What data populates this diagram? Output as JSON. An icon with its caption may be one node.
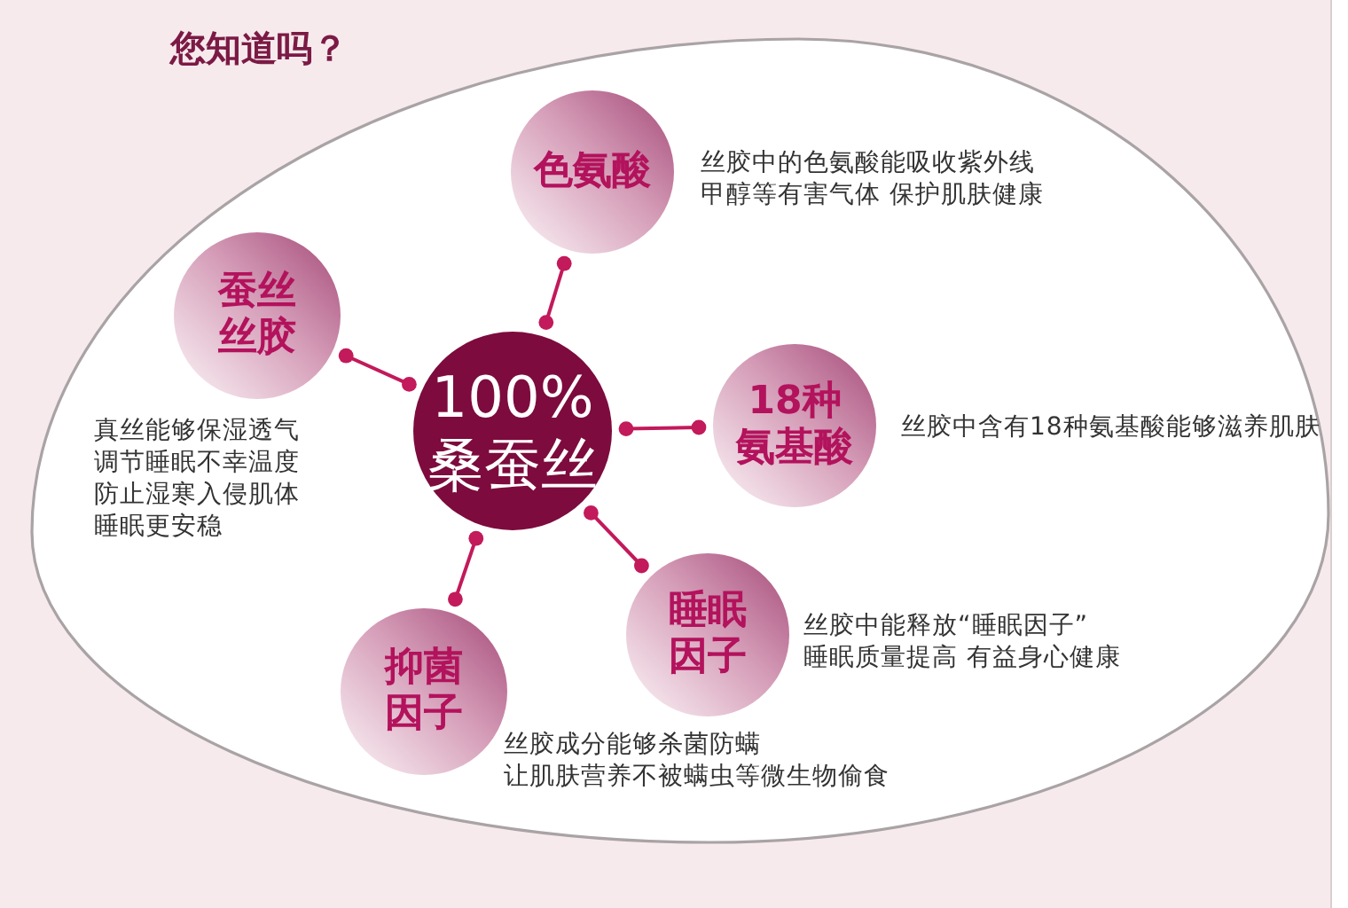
{
  "diagram": {
    "title": "您知道吗？",
    "nodes": [
      {
        "text": [
          "色氨酸"
        ],
        "beside": [
          "丝胶中的色氨酸能吸收紫外线甲醇等有害气体 保护肌肤健康"
        ]
      },
      {
        "text": [
          "蚕丝丝胶"
        ],
        "beside": [
          "真丝能够保湿透气调节睡眠不幸温度防止湿寒入侵肌体睡眠更安稳"
        ]
      },
      {
        "text": [
          "100%桑蚕丝"
        ]
      },
      {
        "text": [
          "18种氨基酸"
        ],
        "beside": [
          "丝胶中含有18种氨基酸能够滋养肌肤"
        ]
      },
      {
        "text": [
          "睡眠因子"
        ],
        "beside": [
          "丝胶中能释放“睡眠因子”睡眠质量提高 有益身心健康"
        ]
      },
      {
        "text": [
          "抑菌因子"
        ],
        "beside": [
          "丝胶成分能够杀菌防螨让肌肤营养不被螨虫等微生物偷食"
        ]
      }
    ],
    "edges": [
      {
        "from": 2,
        "to": 0,
        "arrow": "other"
      },
      {
        "from": 2,
        "to": 1,
        "arrow": "other"
      },
      {
        "from": 2,
        "to": 3,
        "arrow": "other"
      },
      {
        "from": 2,
        "to": 4,
        "arrow": "other"
      },
      {
        "from": 2,
        "to": 5,
        "arrow": "other"
      }
    ]
  }
}
